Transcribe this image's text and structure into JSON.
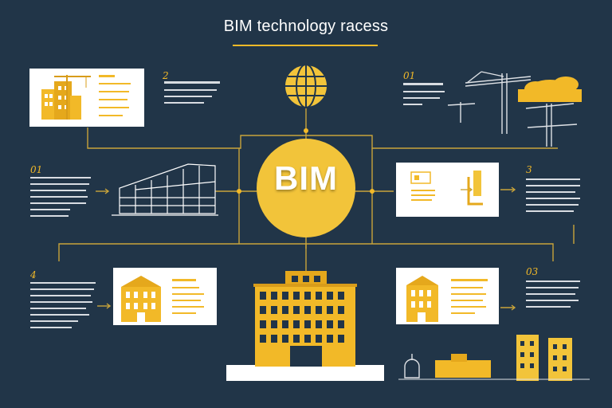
{
  "header": {
    "title": "BIM technology racess"
  },
  "hub": {
    "label": "BIM"
  },
  "step_numbers": [
    "2",
    "01",
    "01",
    "3",
    "4",
    "03"
  ],
  "colors": {
    "background": "#213548",
    "accent": "#f2b928",
    "card": "#ffffff",
    "line": "#c9a43a"
  },
  "icons": [
    "globe-icon",
    "crane-icon",
    "building-icon",
    "document-icon"
  ]
}
